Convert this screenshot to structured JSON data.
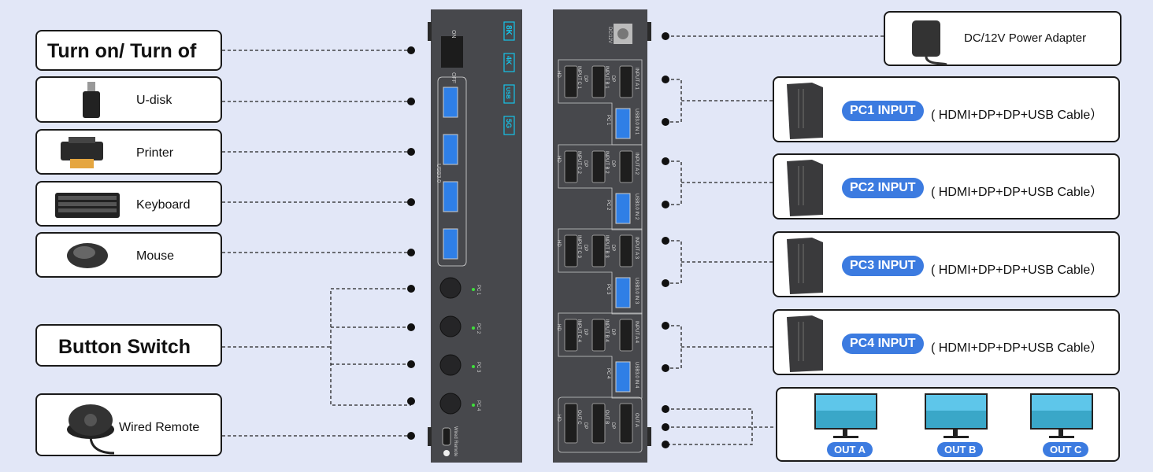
{
  "left": {
    "power": "Turn on/ Turn of",
    "udisk": "U-disk",
    "printer": "Printer",
    "keyboard": "Keyboard",
    "mouse": "Mouse",
    "button_switch": "Button Switch",
    "remote": "Wired Remote"
  },
  "front_panel": {
    "badges": [
      "8K",
      "4K",
      "USB",
      "5G"
    ],
    "switch_on": "ON",
    "switch_off": "OFF",
    "usb_label": "USB3.0",
    "buttons": [
      "PC 1",
      "PC 2",
      "PC 3",
      "PC 4"
    ],
    "remote_port": "Wired Remote",
    "led_color": "#3ee03a"
  },
  "rear_panel": {
    "dc": "DC/12V",
    "groups": [
      {
        "hd": "HD",
        "c": "INPUT C 1",
        "b": "INPUT B 1",
        "a": "INPUT A 1",
        "usb": "USB3.0 IN 1",
        "pc": "PC 1"
      },
      {
        "hd": "HD",
        "c": "INPUT C 2",
        "b": "INPUT B 2",
        "a": "INPUT A 2",
        "usb": "USB3.0 IN 2",
        "pc": "PC 2"
      },
      {
        "hd": "HD",
        "c": "INPUT C 3",
        "b": "INPUT B 3",
        "a": "INPUT A 3",
        "usb": "USB3.0 IN 3",
        "pc": "PC 3"
      },
      {
        "hd": "HD",
        "c": "INPUT C 4",
        "b": "INPUT B 4",
        "a": "INPUT A 4",
        "usb": "USB3.0 IN 4",
        "pc": "PC 4"
      }
    ],
    "output": {
      "hd": "HD",
      "c": "OUT C",
      "b": "OUT B",
      "a": "OUT A"
    },
    "dp": "DP"
  },
  "right": {
    "adapter": "DC/12V Power Adapter",
    "pcs": [
      {
        "label": "PC1 INPUT",
        "cable": "( HDMI+DP+DP+USB Cable）"
      },
      {
        "label": "PC2 INPUT",
        "cable": "( HDMI+DP+DP+USB Cable）"
      },
      {
        "label": "PC3 INPUT",
        "cable": "( HDMI+DP+DP+USB Cable）"
      },
      {
        "label": "PC4 INPUT",
        "cable": "( HDMI+DP+DP+USB Cable）"
      }
    ],
    "outputs": [
      "OUT A",
      "OUT B",
      "OUT C"
    ]
  },
  "colors": {
    "accent": "#3c7be0",
    "panel": "#47484c",
    "usb_blue": "#2f7fe6",
    "cyan": "#16c3e8",
    "background": "#e2e7f7"
  }
}
